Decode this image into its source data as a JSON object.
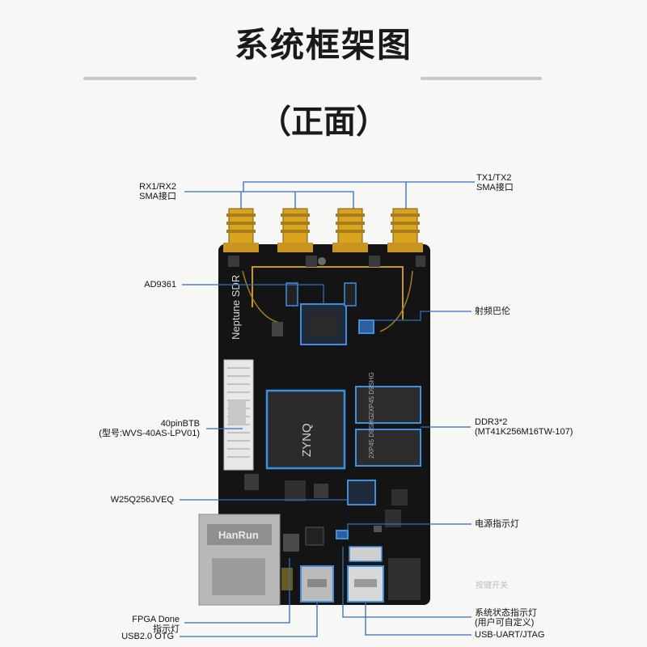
{
  "title": "系统框架图",
  "subtitle": "（正面）",
  "board": {
    "silkscreen": "Neptune SDR",
    "ethernet_brand": "HanRun",
    "fpga_chip": "ZYNQ",
    "ddr_chip_label": "2XP45 D9SHG"
  },
  "labels": {
    "rx": [
      "RX1/RX2",
      "SMA接口"
    ],
    "tx": [
      "TX1/TX2",
      "SMA接口"
    ],
    "ad9361": "AD9361",
    "rf_balun": "射频巴伦",
    "btb": [
      "40pinBTB",
      "(型号:WVS-40AS-LPV01)"
    ],
    "ddr": [
      "DDR3*2",
      "(MT41K256M16TW-107)"
    ],
    "flash": "W25Q256JVEQ",
    "power_led": "电源指示灯",
    "fpga_done": [
      "FPGA Done",
      "指示灯"
    ],
    "usb_otg": "USB2.0 OTG",
    "status_led": [
      "系统状态指示灯",
      "(用户可自定义)"
    ],
    "usb_uart": "USB-UART/JTAG",
    "hidden_right": "按键开关"
  },
  "colors": {
    "leader": "#2f6fb8",
    "highlight": "#3d8fe0",
    "pcb": "#141414",
    "gold": "#d9a520"
  }
}
